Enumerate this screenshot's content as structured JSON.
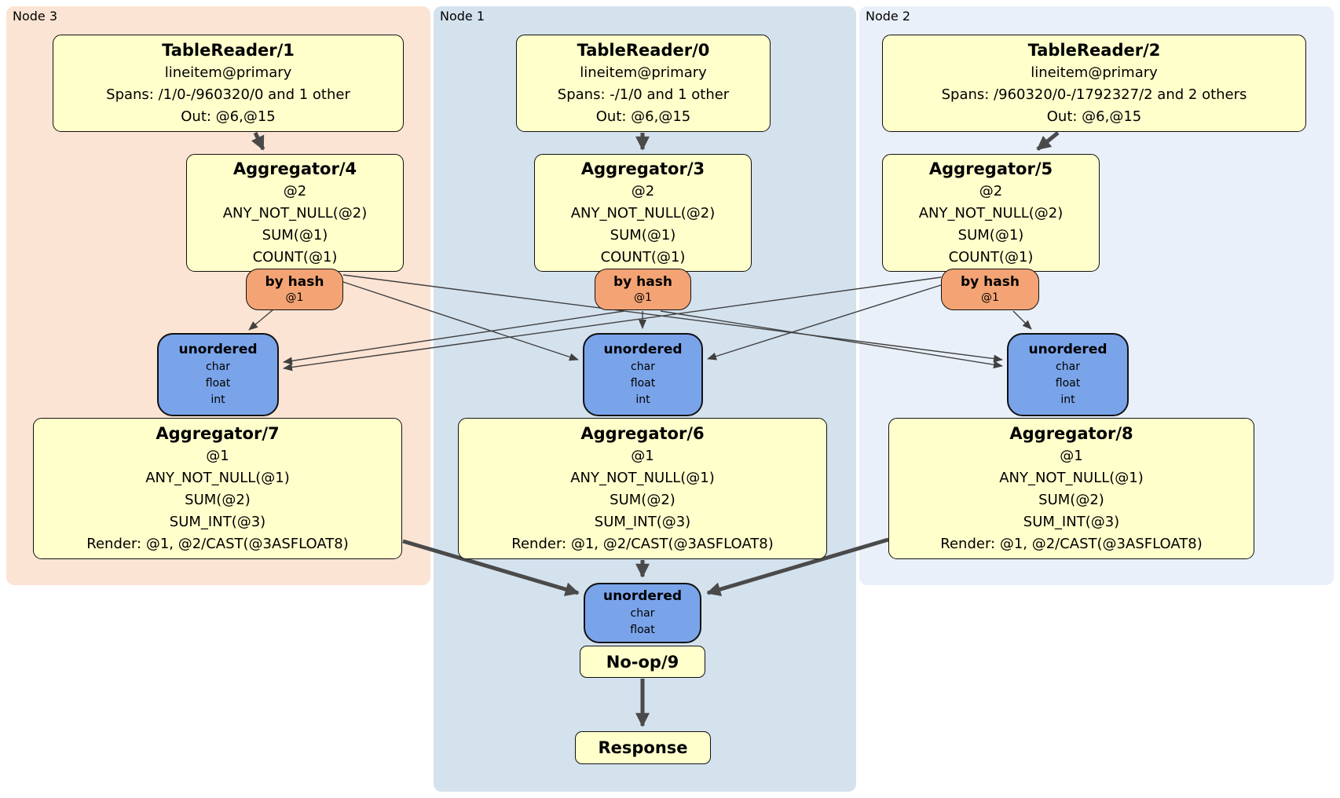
{
  "node3": {
    "label": "Node 3",
    "table_reader": {
      "title": "TableReader/1",
      "lines": [
        "lineitem@primary",
        "Spans: /1/0-/960320/0 and 1 other",
        "Out: @6,@15"
      ]
    },
    "aggregator_pre": {
      "title": "Aggregator/4",
      "lines": [
        "@2",
        "ANY_NOT_NULL(@2)",
        "SUM(@1)",
        "COUNT(@1)"
      ]
    },
    "router": {
      "title": "by hash",
      "lines": [
        "@1"
      ]
    },
    "sync": {
      "title": "unordered",
      "lines": [
        "char",
        "float",
        "int"
      ]
    },
    "aggregator_post": {
      "title": "Aggregator/7",
      "lines": [
        "@1",
        "ANY_NOT_NULL(@1)",
        "SUM(@2)",
        "SUM_INT(@3)",
        "Render: @1, @2/CAST(@3ASFLOAT8)"
      ]
    }
  },
  "node1": {
    "label": "Node 1",
    "table_reader": {
      "title": "TableReader/0",
      "lines": [
        "lineitem@primary",
        "Spans: -/1/0 and 1 other",
        "Out: @6,@15"
      ]
    },
    "aggregator_pre": {
      "title": "Aggregator/3",
      "lines": [
        "@2",
        "ANY_NOT_NULL(@2)",
        "SUM(@1)",
        "COUNT(@1)"
      ]
    },
    "router": {
      "title": "by hash",
      "lines": [
        "@1"
      ]
    },
    "sync": {
      "title": "unordered",
      "lines": [
        "char",
        "float",
        "int"
      ]
    },
    "aggregator_post": {
      "title": "Aggregator/6",
      "lines": [
        "@1",
        "ANY_NOT_NULL(@1)",
        "SUM(@2)",
        "SUM_INT(@3)",
        "Render: @1, @2/CAST(@3ASFLOAT8)"
      ]
    },
    "final_sync": {
      "title": "unordered",
      "lines": [
        "char",
        "float"
      ]
    },
    "noop": {
      "title": "No-op/9"
    },
    "response": {
      "title": "Response"
    }
  },
  "node2": {
    "label": "Node 2",
    "table_reader": {
      "title": "TableReader/2",
      "lines": [
        "lineitem@primary",
        "Spans: /960320/0-/1792327/2 and 2 others",
        "Out: @6,@15"
      ]
    },
    "aggregator_pre": {
      "title": "Aggregator/5",
      "lines": [
        "@2",
        "ANY_NOT_NULL(@2)",
        "SUM(@1)",
        "COUNT(@1)"
      ]
    },
    "router": {
      "title": "by hash",
      "lines": [
        "@1"
      ]
    },
    "sync": {
      "title": "unordered",
      "lines": [
        "char",
        "float",
        "int"
      ]
    },
    "aggregator_post": {
      "title": "Aggregator/8",
      "lines": [
        "@1",
        "ANY_NOT_NULL(@1)",
        "SUM(@2)",
        "SUM_INT(@3)",
        "Render: @1, @2/CAST(@3ASFLOAT8)"
      ]
    }
  },
  "colors": {
    "processor_fill": "#ffffcc",
    "router_fill": "#f4a474",
    "sync_fill": "#7aa4ea",
    "node3_bg": "#fce4d4",
    "node1_bg": "#d4e2ee",
    "node2_bg": "#eaf0fa",
    "edge": "#4a4a4a",
    "border": "#111111"
  }
}
